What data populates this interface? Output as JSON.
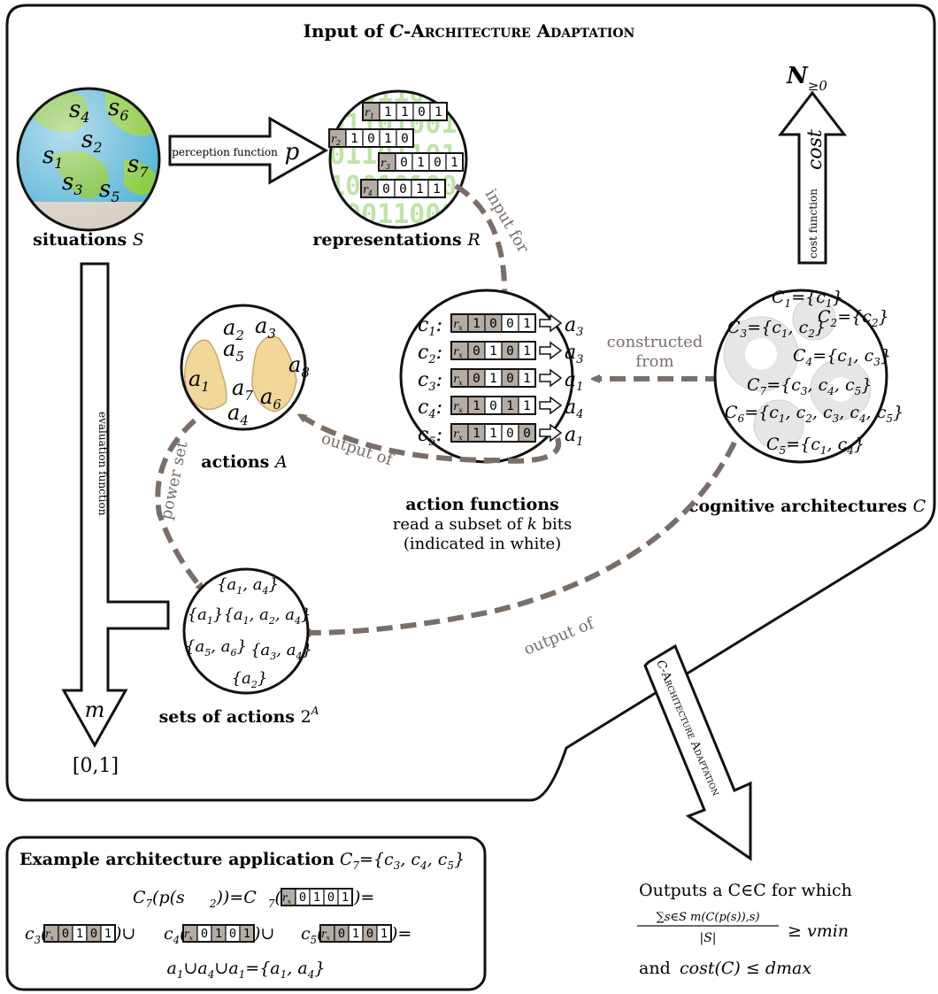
{
  "input_panel": {
    "title_prefix": "Input of ",
    "title_symbol": "C",
    "title_suffix": "-Architecture Adaptation"
  },
  "situations": {
    "label": "situations",
    "symbol": "S",
    "items": [
      "s4",
      "s6",
      "s2",
      "s1",
      "s7",
      "s3",
      "s5"
    ]
  },
  "perception": {
    "label": "perception function",
    "symbol": "p"
  },
  "representations": {
    "label": "representations",
    "symbol": "R",
    "rows": [
      {
        "tag": "r1",
        "bits": "1101"
      },
      {
        "tag": "r2",
        "bits": "1010"
      },
      {
        "tag": "r3",
        "bits": "0101"
      },
      {
        "tag": "r4",
        "bits": "0011"
      }
    ]
  },
  "input_for": "input for",
  "actions": {
    "label": "actions",
    "symbol": "A",
    "items": [
      "a2",
      "a3",
      "a5",
      "a8",
      "a1",
      "a7",
      "a6",
      "a4"
    ]
  },
  "action_functions": {
    "label": "action functions",
    "desc1": "read a subset of",
    "desc_k": "k",
    "desc2": "bits",
    "desc3": "(indicated in white)",
    "rows": [
      {
        "fn": "c1",
        "tag": "rx",
        "bits": "1001",
        "out": "a3"
      },
      {
        "fn": "c2",
        "tag": "rx",
        "bits": "0101",
        "out": "a3"
      },
      {
        "fn": "c3",
        "tag": "rx",
        "bits": "0101",
        "out": "a1"
      },
      {
        "fn": "c4",
        "tag": "rx",
        "bits": "1011",
        "out": "a4"
      },
      {
        "fn": "c5",
        "tag": "rx",
        "bits": "1100",
        "out": "a1"
      }
    ]
  },
  "cost": {
    "label": "cost function",
    "symbol": "cost",
    "codomain": "N",
    "codomain_sub": "≥0"
  },
  "architectures": {
    "label": "cognitive architectures",
    "symbol": "C",
    "items": [
      "C1={c1}",
      "C2={c2}",
      "C3={c1, c2}",
      "C4={c1, c3}",
      "C7={c3, c4, c5}",
      "C6={c1, c2, c3, c4, c5}",
      "C5={c1, c4}"
    ]
  },
  "constructed_from": "constructed from",
  "output_of_1": "output of",
  "output_of_2": "output of",
  "power_set": "power set",
  "sets_of_actions": {
    "label": "sets of actions",
    "symbol": "2",
    "sup": "A",
    "items": [
      "{a1, a4}",
      "{a1}",
      "{a1, a2, a4}",
      "{a5, a6}",
      "{a3, a4}",
      "{a2}"
    ]
  },
  "evaluation": {
    "label": "evaluation function",
    "symbol": "m",
    "codomain": "[0,1]"
  },
  "adaptation_arrow": {
    "symbol": "C",
    "label": "-Architecture Adaptation"
  },
  "outputs": {
    "line1": "Outputs a C∈C for which",
    "numerator": "∑s∈S m(C(p(s)),s)",
    "denominator": "|S|",
    "rel1": "≥ vmin",
    "line3a": "and",
    "line3b": "cost(C) ≤ dmax"
  },
  "example": {
    "title": "Example architecture application",
    "title_math": "C7={c3, c4, c5}",
    "bits": "0101",
    "tag": "rx",
    "line4": "a1∪a4∪a1={a1, a4}"
  },
  "colors": {
    "dashed_arrow": "#7a6e69",
    "tag_fill": "#b5aca4",
    "globe_water": "#5cb6d8",
    "globe_land": "#7cbf3a",
    "hand": "#f2d79a",
    "code_green": "#bfe3a8",
    "gear": "#e6e6e6"
  }
}
